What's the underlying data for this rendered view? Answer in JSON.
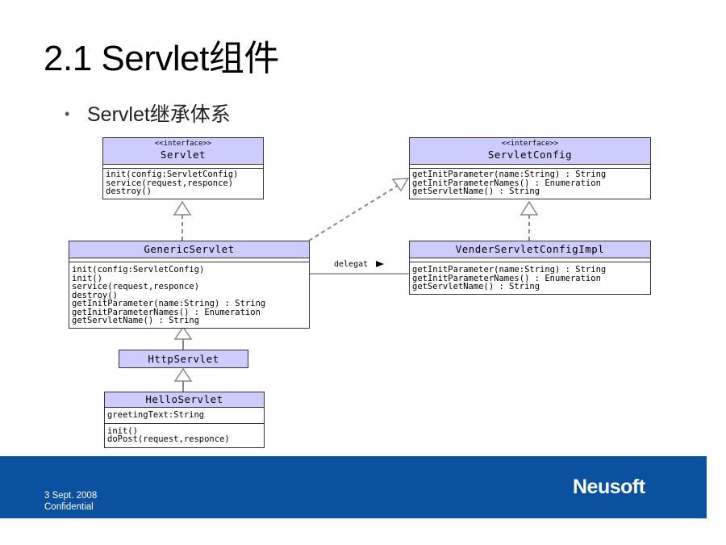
{
  "slide": {
    "title": "2.1 Servlet组件",
    "bullet": "Servlet继承体系"
  },
  "diagram": {
    "servlet": {
      "stereotype": "<<interface>>",
      "name": "Servlet",
      "methods": [
        "init(config:ServletConfig)",
        "service(request,responce)",
        "destroy()"
      ]
    },
    "servlet_config": {
      "stereotype": "<<interface>>",
      "name": "ServletConfig",
      "methods": [
        "getInitParameter(name:String) : String",
        "getInitParameterNames() : Enumeration",
        "getServletName() : String"
      ]
    },
    "generic_servlet": {
      "name": "GenericServlet",
      "methods": [
        "init(config:ServletConfig)",
        "init()",
        "service(request,responce)",
        "destroy()",
        "getInitParameter(name:String) : String",
        "getInitParameterNames() : Enumeration",
        "getServletName() : String"
      ]
    },
    "vender_config": {
      "name": "VenderServletConfigImpl",
      "methods": [
        "getInitParameter(name:String) : String",
        "getInitParameterNames() : Enumeration",
        "getServletName() : String"
      ]
    },
    "http_servlet": {
      "name": "HttpServlet"
    },
    "hello_servlet": {
      "name": "HelloServlet",
      "attributes": [
        "greetingText:String"
      ],
      "methods": [
        "init()",
        "doPost(request,responce)"
      ]
    },
    "delegate_label": "delegat"
  },
  "footer": {
    "date": "3 Sept. 2008",
    "confidential": "Confidential",
    "logo": "Neusoft"
  },
  "colors": {
    "class_header": "#ccccff",
    "footer_band": "#0a52a0"
  }
}
